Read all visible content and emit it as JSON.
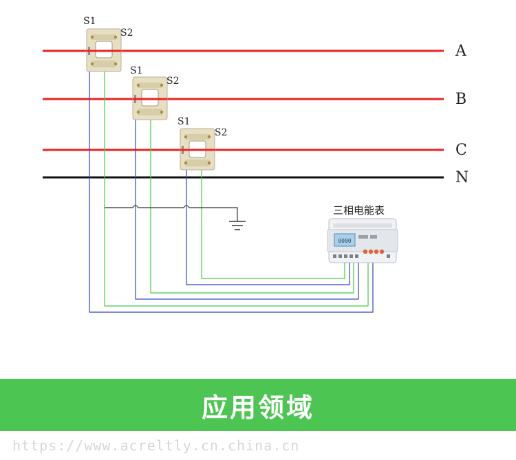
{
  "phases": [
    {
      "id": "A",
      "label": "A",
      "color": "#ee2222"
    },
    {
      "id": "B",
      "label": "B",
      "color": "#ee2222"
    },
    {
      "id": "C",
      "label": "C",
      "color": "#ee2222"
    },
    {
      "id": "N",
      "label": "N",
      "color": "#111111"
    }
  ],
  "current_transformers": [
    {
      "phase": "A",
      "s1_label": "S1",
      "s2_label": "S2"
    },
    {
      "phase": "B",
      "s1_label": "S1",
      "s2_label": "S2"
    },
    {
      "phase": "C",
      "s1_label": "S1",
      "s2_label": "S2"
    }
  ],
  "meter": {
    "title": "三相电能表",
    "display_text": "0000"
  },
  "wire_colors": {
    "s1": "#3344cc",
    "s2": "#44cc44",
    "ground": "#333333"
  },
  "banner": {
    "title": "应用领域",
    "color": "#4cc552"
  },
  "watermark": "https://www.acreltly.cn.china.cn"
}
